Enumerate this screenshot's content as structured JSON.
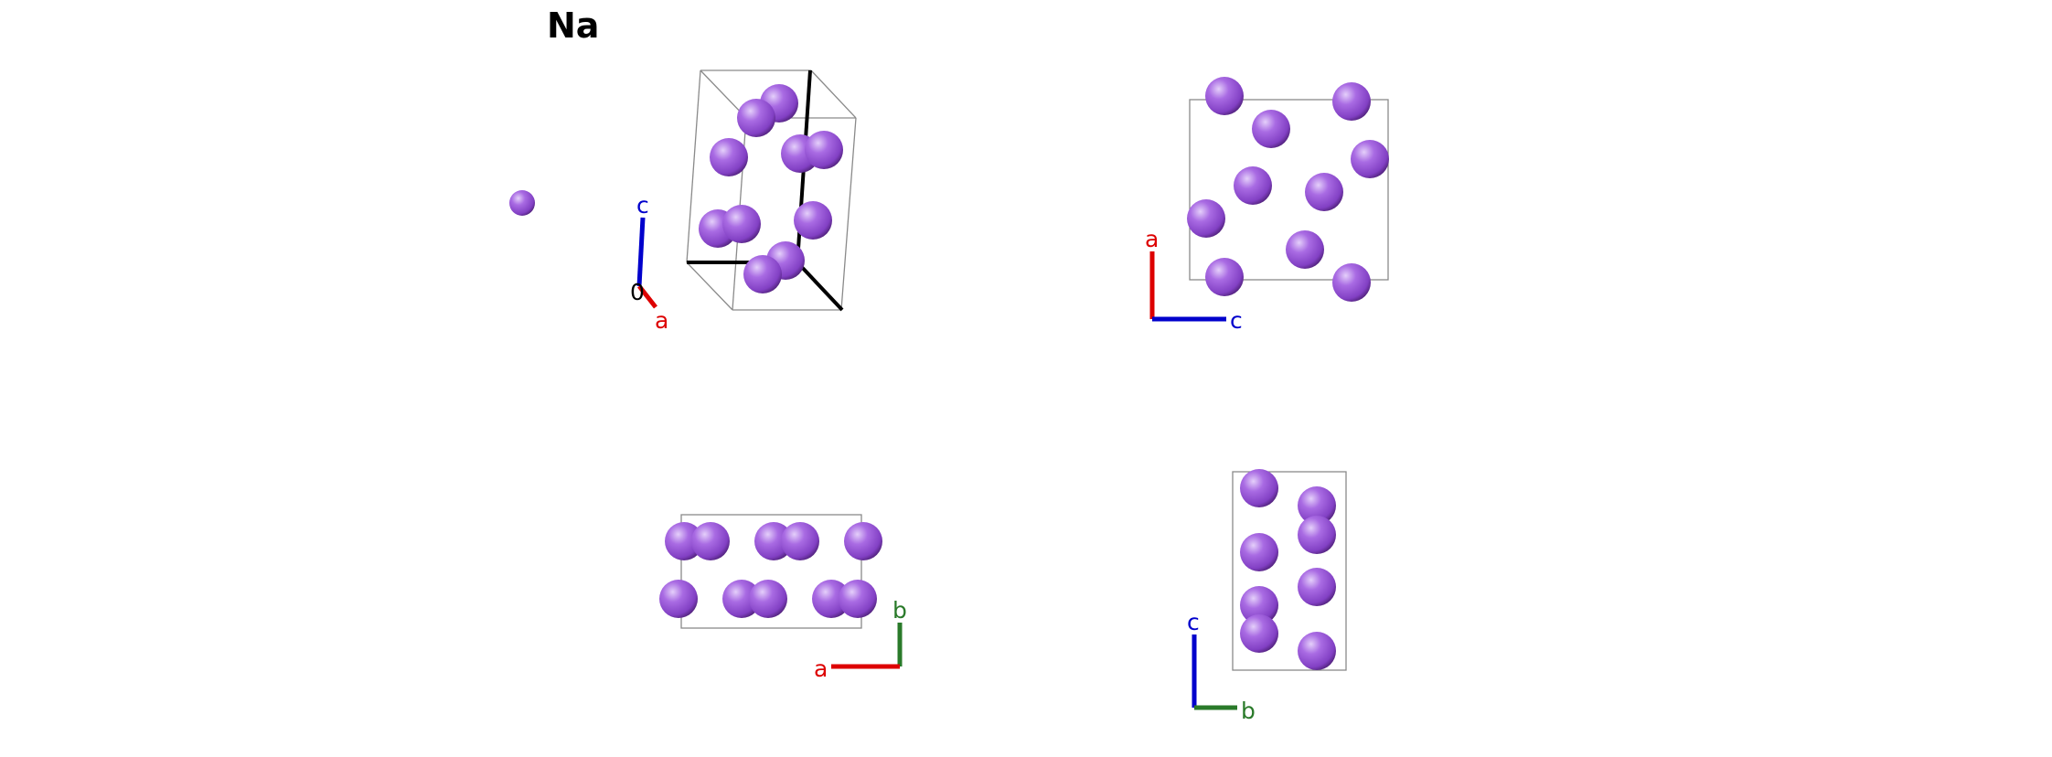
{
  "title": "Na",
  "colors": {
    "atom": "#9b59d6",
    "atom_dark": "#5b2a86",
    "atom_light": "#c8a3ee",
    "cell_edge": "#888888",
    "axis_a": "#dd0000",
    "axis_b": "#2a7a2a",
    "axis_c": "#0000cc",
    "axis_origin": "#000000"
  },
  "views": [
    {
      "name": "perspective",
      "axes": [
        "c",
        "0",
        "a"
      ]
    },
    {
      "name": "a-c projection",
      "axes": [
        "a",
        "c"
      ]
    },
    {
      "name": "a-b projection",
      "axes": [
        "b",
        "a"
      ]
    },
    {
      "name": "c-b projection",
      "axes": [
        "c",
        "b"
      ]
    }
  ]
}
